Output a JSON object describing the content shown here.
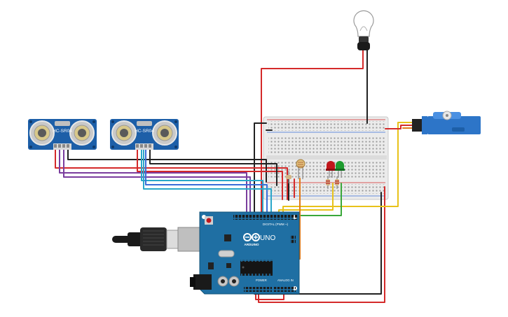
{
  "components": {
    "sensor_1": {
      "label": "HC-SR04"
    },
    "sensor_2": {
      "label": "HC-SR04"
    },
    "arduino": {
      "brand": "ARDUINO",
      "model": "UNO",
      "digital_header": "DIGITAL (PWM ~)",
      "power_header": "POWER",
      "analog_header": "ANALOG IN"
    }
  },
  "colors": {
    "wire_red": "#d42a2a",
    "wire_black": "#222222",
    "wire_yellow": "#e8c21a",
    "wire_green": "#3aa83a",
    "wire_blue": "#3a6ed8",
    "wire_cyan": "#2aa7c9",
    "wire_purple": "#7a3d9e",
    "wire_orange": "#e07a1a",
    "board_blue": "#1f6fa3",
    "sensor_blue": "#1d5fa8",
    "breadboard": "#ebebeb"
  },
  "icons": [
    "lightbulb-icon",
    "servo-motor-icon",
    "usb-cable-icon",
    "led-icon",
    "photoresistor-icon",
    "resistor-icon"
  ]
}
